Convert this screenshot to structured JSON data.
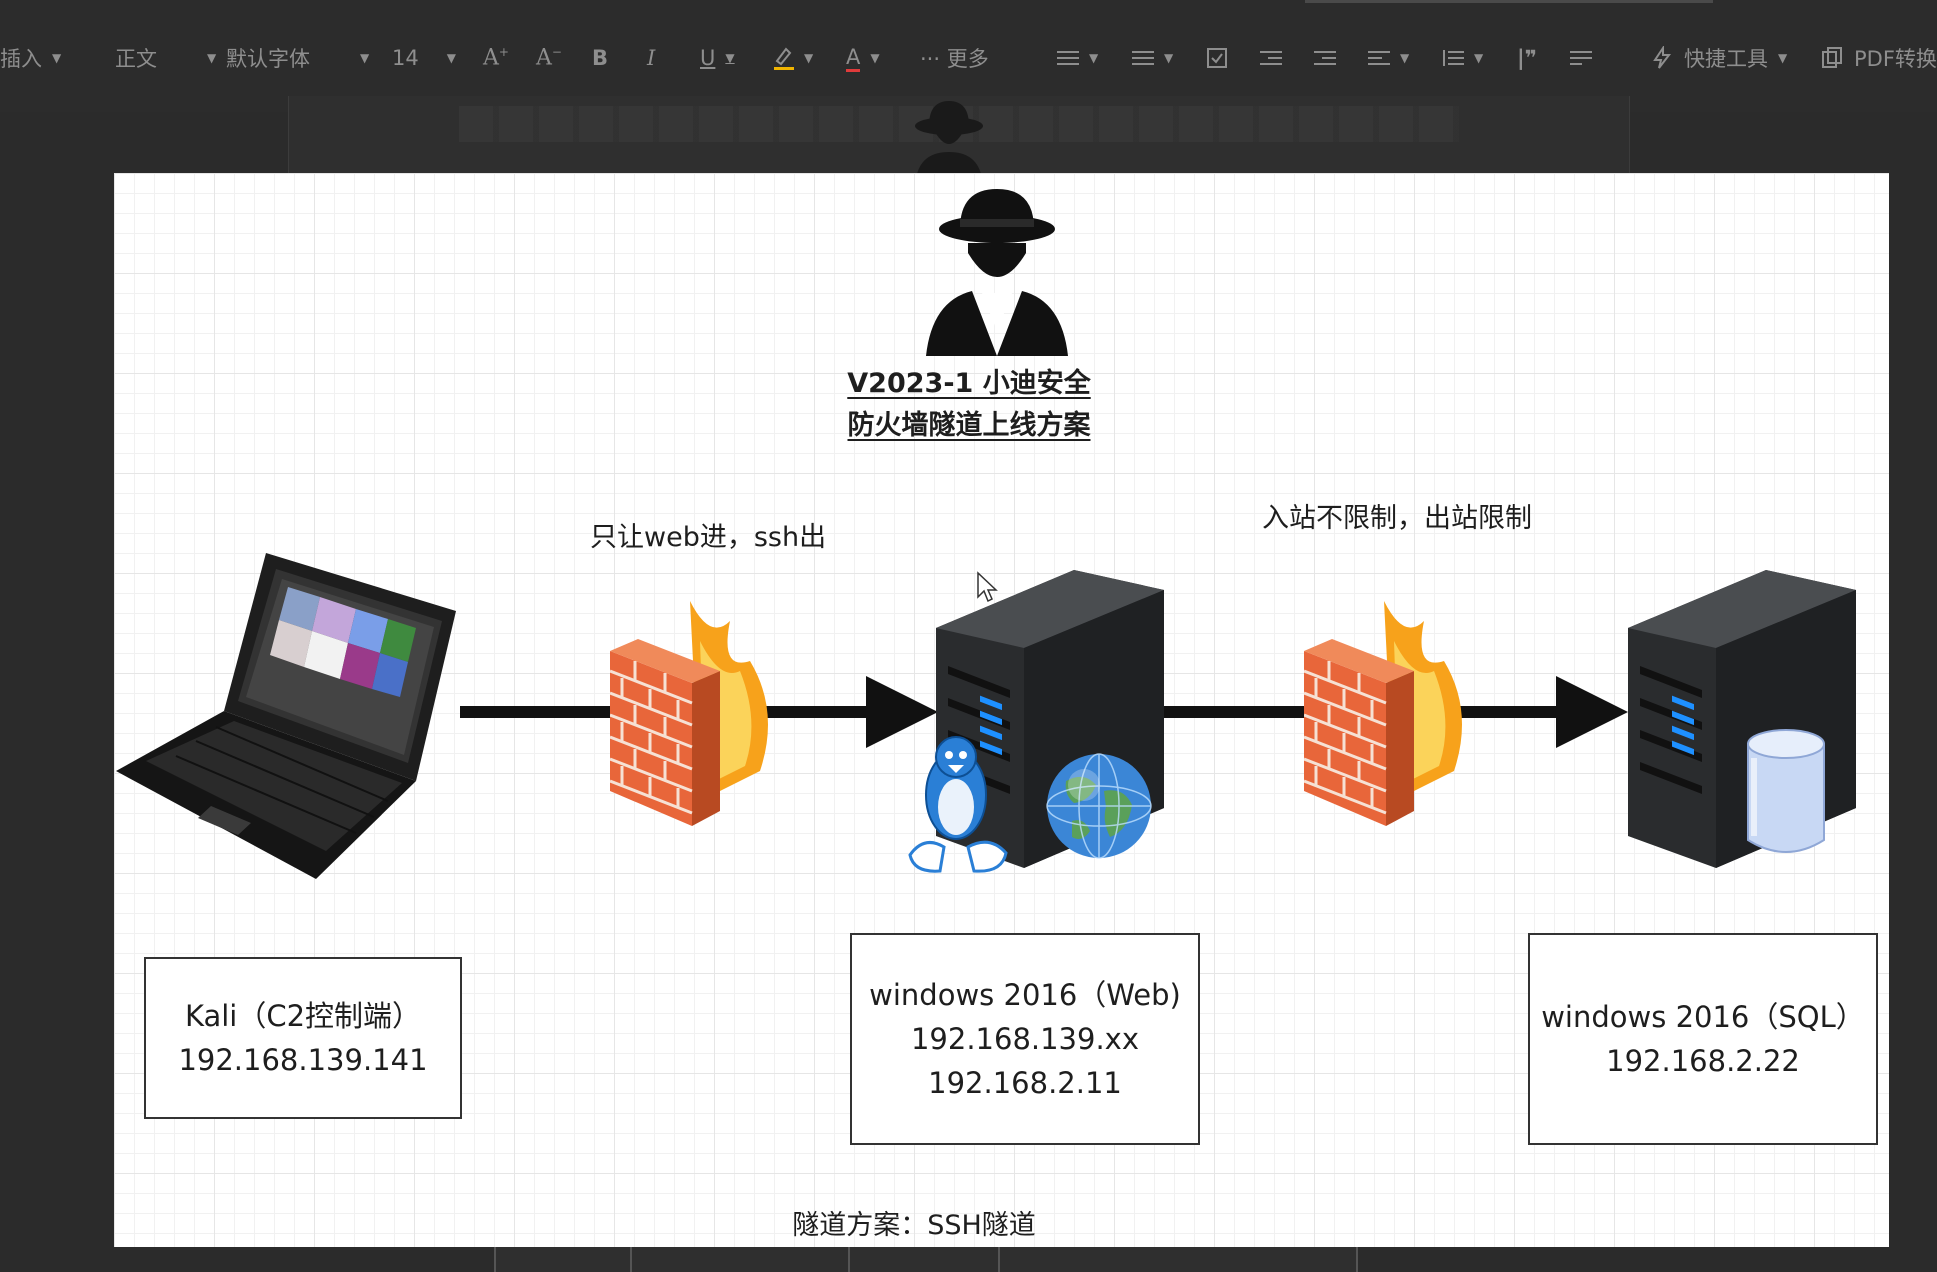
{
  "toolbar": {
    "insert_label": "插入",
    "style_label": "正文",
    "font_label": "默认字体",
    "size_label": "14",
    "bold_label": "B",
    "italic_label": "I",
    "underline_label": "U",
    "font_color_label": "A",
    "more_label": "··· 更多",
    "quick_tools_label": "快捷工具",
    "pdf_label": "PDF转换"
  },
  "diagram": {
    "title_line1": "V2023-1 小迪安全",
    "title_line2": "防火墙隧道上线方案",
    "note_firewall1": "只让web进，ssh出",
    "note_firewall2": "入站不限制，出站限制",
    "kali_box": {
      "line1": "Kali（C2控制端）",
      "line2": "192.168.139.141"
    },
    "web_box": {
      "line1": "windows 2016（Web)",
      "line2": "192.168.139.xx",
      "line3": "192.168.2.11"
    },
    "sql_box": {
      "line1": "windows 2016（SQL）",
      "line2": "192.168.2.22"
    },
    "bottom_note": "隧道方案：SSH隧道"
  },
  "icons": [
    "hacker-icon",
    "laptop-icon",
    "firewall-icon",
    "server-icon",
    "linux-penguin-icon",
    "globe-icon",
    "database-icon",
    "arrow-icon",
    "mouse-cursor-icon"
  ],
  "colors": {
    "background": "#2b2b2b",
    "canvas": "#ffffff",
    "brick": "#e8663a",
    "flame": "#f7a21b",
    "server": "#3a3d40",
    "server_led": "#1e90ff",
    "font_color_underline": "#e03b3b",
    "highlight_underline": "#f0b400"
  }
}
